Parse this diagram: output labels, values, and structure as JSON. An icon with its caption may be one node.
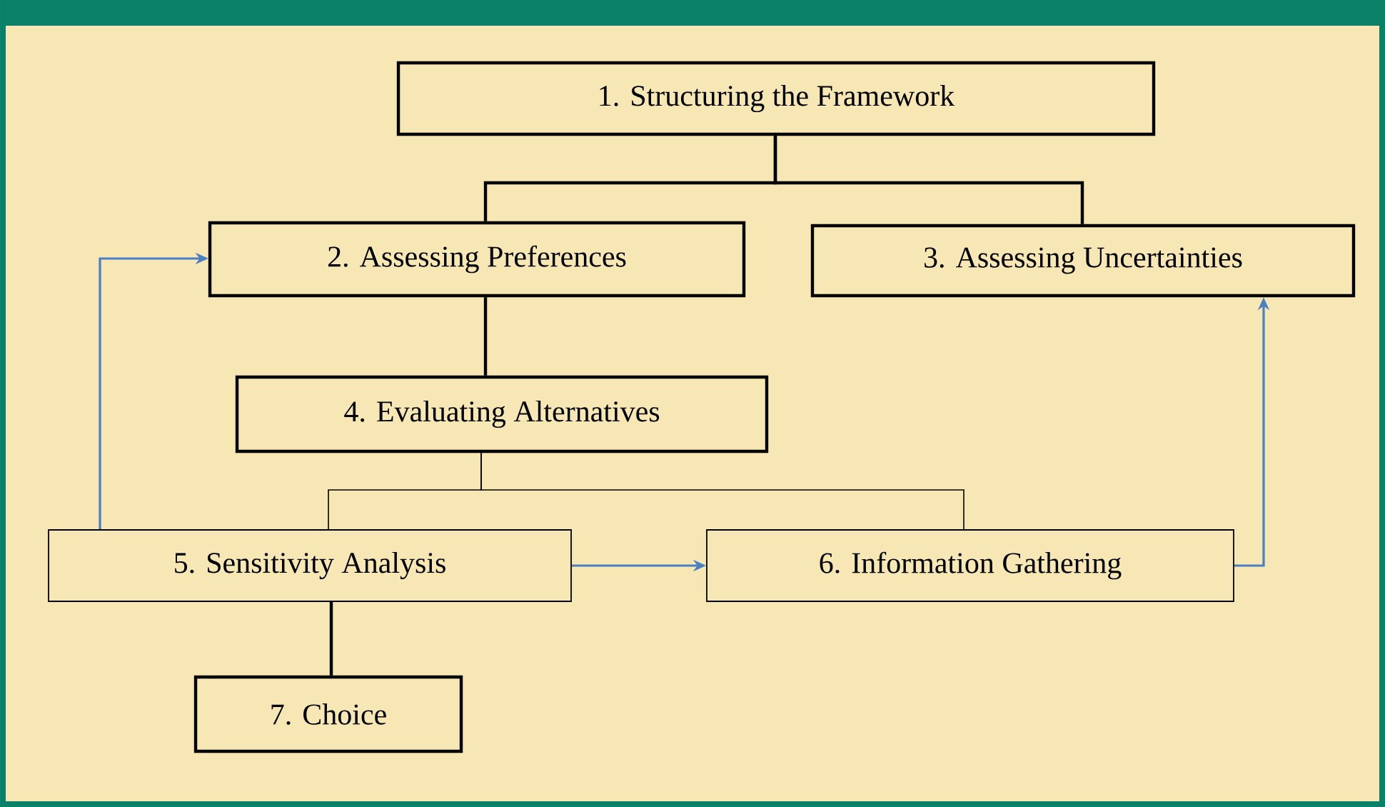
{
  "diagram": {
    "nodes": [
      {
        "text": [
          "1. Structuring the Framework"
        ]
      },
      {
        "text": [
          "2. Assessing Preferences"
        ]
      },
      {
        "text": [
          "3. Assessing Uncertainties"
        ]
      },
      {
        "text": [
          "4. Evaluating Alternatives"
        ]
      },
      {
        "text": [
          "5. Sensitivity Analysis"
        ]
      },
      {
        "text": [
          "6. Information Gathering"
        ]
      },
      {
        "text": [
          "7. Choice"
        ]
      }
    ],
    "edges": [
      {
        "from": 0,
        "to": 1,
        "arrow": "none"
      },
      {
        "from": 0,
        "to": 2,
        "arrow": "none"
      },
      {
        "from": 1,
        "to": 3,
        "arrow": "none"
      },
      {
        "from": 3,
        "to": 4,
        "arrow": "none"
      },
      {
        "from": 3,
        "to": 5,
        "arrow": "none"
      },
      {
        "from": 4,
        "to": 6,
        "arrow": "none"
      },
      {
        "from": 4,
        "to": 1,
        "arrow": "to",
        "color": "#4a7fc1"
      },
      {
        "from": 4,
        "to": 5,
        "arrow": "to",
        "color": "#4a7fc1"
      },
      {
        "from": 5,
        "to": 2,
        "arrow": "to",
        "color": "#4a7fc1"
      }
    ]
  }
}
